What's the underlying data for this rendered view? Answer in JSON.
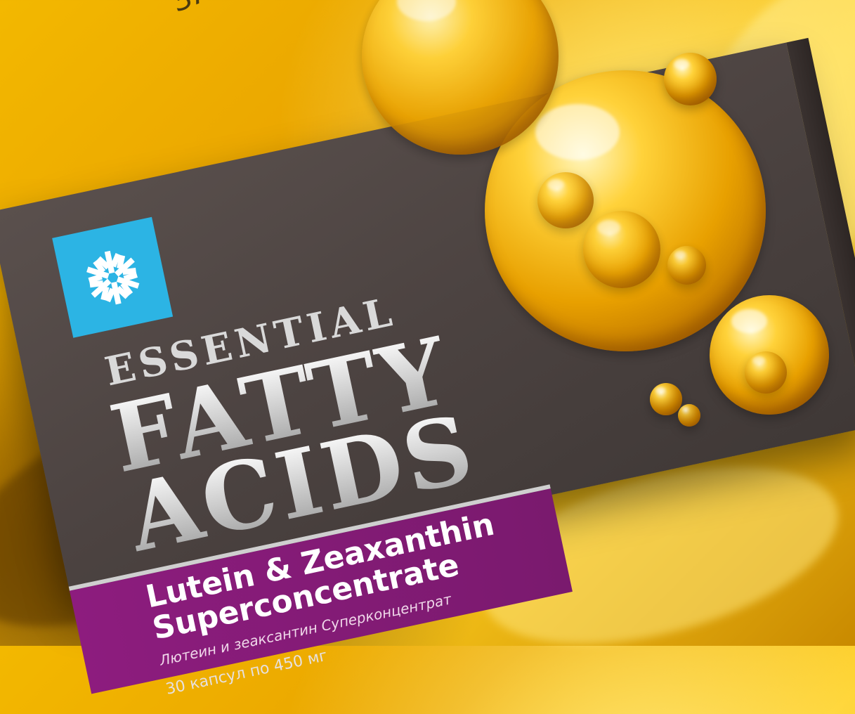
{
  "top_text": "ЗА",
  "logo": {
    "icon": "snowflake-icon",
    "color": "#2cb4e4"
  },
  "brand": {
    "line1": "ESSENTIAL",
    "line2": "FATTY",
    "line3": "ACIDS"
  },
  "product": {
    "title_line1": "Lutein & Zeaxanthin",
    "title_line2": "Superconcentrate",
    "subtitle": "Лютеин и зеаксантин Суперконцентрат",
    "capsules": "30 капсул по 450 мг"
  },
  "colors": {
    "box": "#4c4341",
    "band": "#8d1c7e",
    "accent_gold": "#f3b800"
  }
}
